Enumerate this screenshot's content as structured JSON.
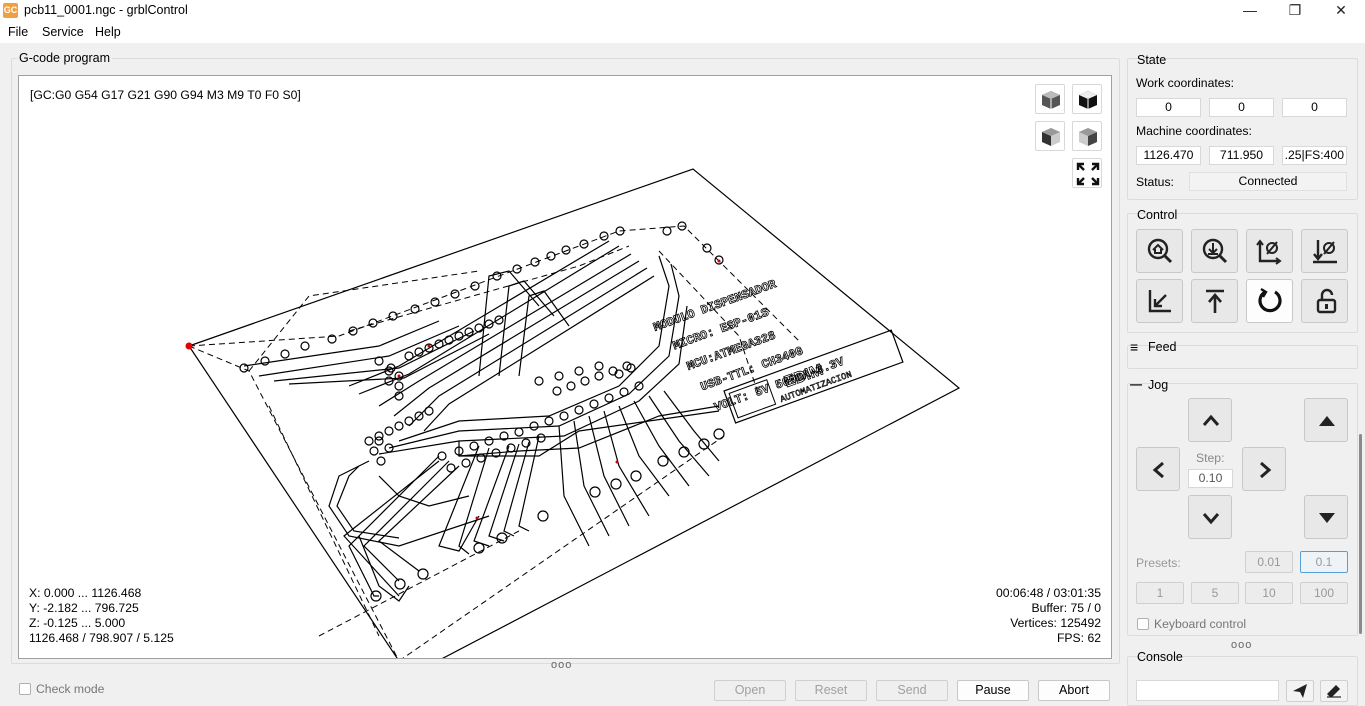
{
  "window": {
    "title": "pcb11_0001.ngc - grblControl",
    "app_icon_text": "GC"
  },
  "menu": {
    "file": "File",
    "service": "Service",
    "help": "Help"
  },
  "program": {
    "title": "G-code program",
    "parser_state": "[GC:G0 G54 G17 G21 G90 G94 M3 M9 T0 F0 S0]",
    "range_x": "X: 0.000 ... 1126.468",
    "range_y": "Y: -2.182 ... 796.725",
    "range_z": "Z: -0.125 ... 5.000",
    "size": "1126.468 / 798.907 / 5.125",
    "time": "00:06:48 / 03:01:35",
    "buffer": "Buffer: 75 / 0",
    "vertices": "Vertices: 125492",
    "fps": "FPS: 62",
    "pcb_text_line1": "MODULO DISPENSADOR",
    "pcb_text_line2": "MICRO: ESP-01S",
    "pcb_text_line3": "MCU:ATMEGA328",
    "pcb_text_line4": "USB-TTL: CH340G",
    "pcb_text_line5": "VOLT: 5V  500mA-3.3V",
    "pcb_logo_text": "EDIM",
    "pcb_logo_sub": "AUTOMATIZACION"
  },
  "bottom": {
    "check_mode": "Check mode",
    "open": "Open",
    "reset": "Reset",
    "send": "Send",
    "pause": "Pause",
    "abort": "Abort",
    "splitter": "ooo"
  },
  "state": {
    "title": "State",
    "work_label": "Work coordinates:",
    "work": [
      "0",
      "0",
      "0"
    ],
    "machine_label": "Machine coordinates:",
    "machine": [
      "1126.470",
      "711.950",
      ".25|FS:400"
    ],
    "status_label": "Status:",
    "status": "Connected"
  },
  "control": {
    "title": "Control"
  },
  "feed": {
    "title": "Feed",
    "toggle": "≡"
  },
  "jog": {
    "title": "Jog",
    "toggle": "—",
    "step_label": "Step:",
    "step": "0.10",
    "presets_label": "Presets:",
    "presets_top": [
      "0.01",
      "0.1"
    ],
    "presets_bottom": [
      "1",
      "5",
      "10",
      "100"
    ],
    "keyboard_control": "Keyboard control",
    "splitter": "ooo"
  },
  "console": {
    "title": "Console",
    "input": ""
  },
  "colors": {
    "background": "#f0f0f0",
    "viewer": "#ffffff",
    "accent": "#5a9fd4"
  }
}
